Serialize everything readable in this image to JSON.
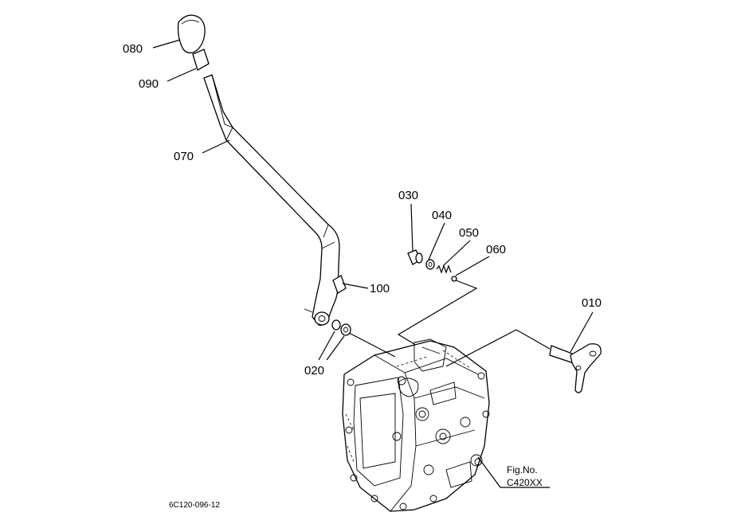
{
  "parts": [
    {
      "code": "080",
      "name": "knob"
    },
    {
      "code": "090",
      "name": "grip-sleeve"
    },
    {
      "code": "070",
      "name": "shift-lever"
    },
    {
      "code": "100",
      "name": "pin"
    },
    {
      "code": "020",
      "name": "washers"
    },
    {
      "code": "030",
      "name": "plug"
    },
    {
      "code": "040",
      "name": "washer"
    },
    {
      "code": "050",
      "name": "spring"
    },
    {
      "code": "060",
      "name": "ball"
    },
    {
      "code": "010",
      "name": "shift-shaft"
    }
  ],
  "labels": {
    "p080": "080",
    "p090": "090",
    "p070": "070",
    "p100": "100",
    "p020": "020",
    "p030": "030",
    "p040": "040",
    "p050": "050",
    "p060": "060",
    "p010": "010"
  },
  "figure": {
    "fig_label": "Fig.No.",
    "fig_number": "C420XX",
    "drawing_code": "6C120-096-12"
  },
  "colors": {
    "ink": "#000000",
    "background": "#ffffff"
  }
}
